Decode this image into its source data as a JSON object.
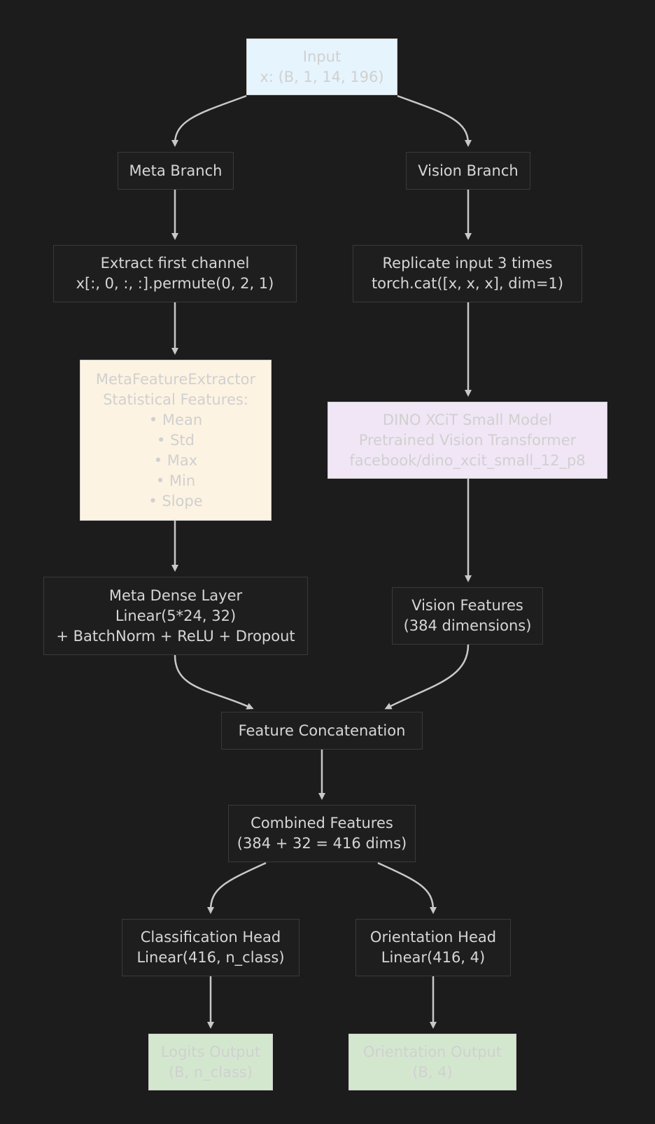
{
  "colors": {
    "background": "#1c1c1c",
    "input_fill": "#e6f4fd",
    "meta_extractor_fill": "#fdf3e2",
    "dino_fill": "#f1e6f6",
    "output_fill": "#d3e7cf",
    "edge": "#c8c8c8",
    "dark_node_text": "#d6d6d6",
    "light_node_text": "#d0d0d0"
  },
  "nodes": {
    "input": {
      "lines": [
        "Input",
        "x: (B, 1, 14, 196)"
      ]
    },
    "meta_branch": {
      "lines": [
        "Meta Branch"
      ]
    },
    "vision_branch": {
      "lines": [
        "Vision Branch"
      ]
    },
    "extract_channel": {
      "lines": [
        "Extract first channel",
        "x[:, 0, :, :].permute(0, 2, 1)"
      ]
    },
    "replicate_input": {
      "lines": [
        "Replicate input 3 times",
        "torch.cat([x, x, x], dim=1)"
      ]
    },
    "meta_feature_extractor": {
      "lines": [
        "MetaFeatureExtractor",
        "Statistical Features:",
        "• Mean",
        "• Std",
        "• Max",
        "• Min",
        "• Slope"
      ]
    },
    "dino_model": {
      "lines": [
        "DINO XCiT Small Model",
        "Pretrained Vision Transformer",
        "facebook/dino_xcit_small_12_p8"
      ]
    },
    "meta_dense": {
      "lines": [
        "Meta Dense Layer",
        "Linear(5*24, 32)",
        "+ BatchNorm + ReLU + Dropout"
      ]
    },
    "vision_features": {
      "lines": [
        "Vision Features",
        "(384 dimensions)"
      ]
    },
    "feature_concat": {
      "lines": [
        "Feature Concatenation"
      ]
    },
    "combined_features": {
      "lines": [
        "Combined Features",
        "(384 + 32 = 416 dims)"
      ]
    },
    "classification_head": {
      "lines": [
        "Classification Head",
        "Linear(416, n_class)"
      ]
    },
    "orientation_head": {
      "lines": [
        "Orientation Head",
        "Linear(416, 4)"
      ]
    },
    "logits_output": {
      "lines": [
        "Logits Output",
        "(B, n_class)"
      ]
    },
    "orientation_output": {
      "lines": [
        "Orientation Output",
        "(B, 4)"
      ]
    }
  },
  "edges": [
    [
      "input",
      "meta_branch"
    ],
    [
      "input",
      "vision_branch"
    ],
    [
      "meta_branch",
      "extract_channel"
    ],
    [
      "vision_branch",
      "replicate_input"
    ],
    [
      "extract_channel",
      "meta_feature_extractor"
    ],
    [
      "replicate_input",
      "dino_model"
    ],
    [
      "meta_feature_extractor",
      "meta_dense"
    ],
    [
      "dino_model",
      "vision_features"
    ],
    [
      "meta_dense",
      "feature_concat"
    ],
    [
      "vision_features",
      "feature_concat"
    ],
    [
      "feature_concat",
      "combined_features"
    ],
    [
      "combined_features",
      "classification_head"
    ],
    [
      "combined_features",
      "orientation_head"
    ],
    [
      "classification_head",
      "logits_output"
    ],
    [
      "orientation_head",
      "orientation_output"
    ]
  ]
}
